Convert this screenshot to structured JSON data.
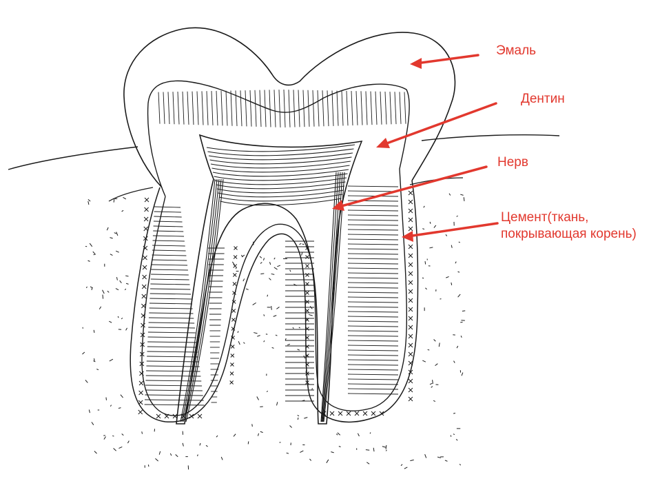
{
  "colors": {
    "annotation": "#e2382e",
    "ink": "#1a1a1a",
    "background": "#ffffff"
  },
  "labels": {
    "enamel": "Эмаль",
    "dentin": "Дентин",
    "nerve": "Нерв",
    "cement_line1": "Цемент(ткань,",
    "cement_line2": "покрывающая корень)"
  }
}
